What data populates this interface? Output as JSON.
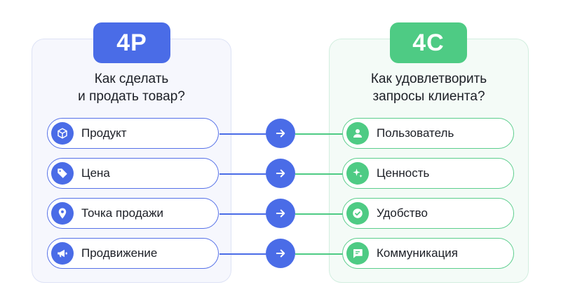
{
  "left": {
    "badge": "4P",
    "question_line1": "Как сделать",
    "question_line2": "и продать товар?",
    "items": [
      {
        "label": "Продукт",
        "icon": "box-icon"
      },
      {
        "label": "Цена",
        "icon": "price-tag-icon"
      },
      {
        "label": "Точка продажи",
        "icon": "location-pin-icon"
      },
      {
        "label": "Продвижение",
        "icon": "megaphone-icon"
      }
    ]
  },
  "right": {
    "badge": "4C",
    "question_line1": "Как удовлетворить",
    "question_line2": "запросы клиента?",
    "items": [
      {
        "label": "Пользователь",
        "icon": "user-icon"
      },
      {
        "label": "Ценность",
        "icon": "sparkle-icon"
      },
      {
        "label": "Удобство",
        "icon": "check-circle-icon"
      },
      {
        "label": "Коммуникация",
        "icon": "chat-icon"
      }
    ]
  },
  "colors": {
    "left_accent": "#4a6ce7",
    "right_accent": "#4ecb84",
    "arrow": "#4a6ce7"
  }
}
